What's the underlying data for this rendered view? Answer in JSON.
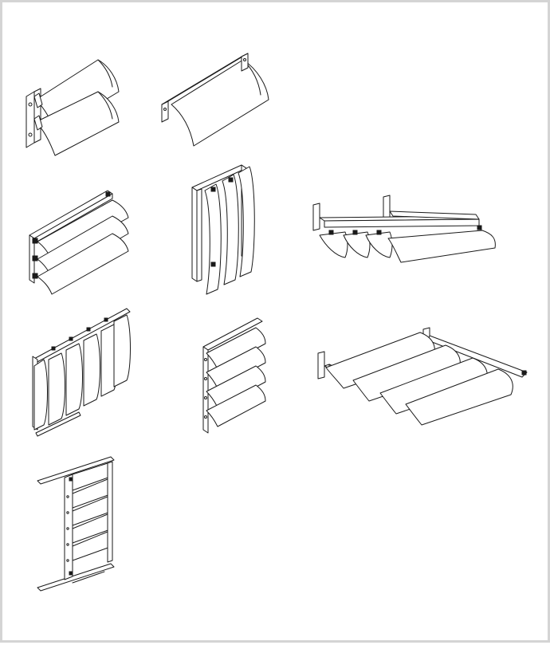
{
  "sheet": {
    "border_color": "#d4d4d4",
    "line_color": "#1a1a1a",
    "background": "#ffffff"
  },
  "drawings": [
    {
      "id": "double-blade-wall-louver"
    },
    {
      "id": "single-blade-wall-louver"
    },
    {
      "id": "horizontal-louver-array-wall"
    },
    {
      "id": "vertical-blade-frame"
    },
    {
      "id": "horizontal-sunshade-bracketed"
    },
    {
      "id": "vertical-blades-on-rail"
    },
    {
      "id": "stacked-louver-panel"
    },
    {
      "id": "horizontal-sunshade-on-beam"
    },
    {
      "id": "sliding-louver-panel"
    }
  ]
}
